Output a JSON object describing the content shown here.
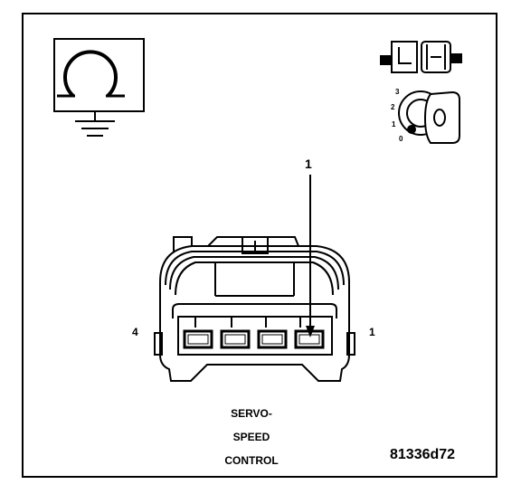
{
  "diagram": {
    "pin_callout": "1",
    "left_pin_label": "4",
    "right_pin_label": "1",
    "caption_lines": [
      "SERVO-",
      "SPEED",
      "CONTROL"
    ],
    "figure_id": "81336d72",
    "ignition_positions": [
      "3",
      "2",
      "1",
      "0"
    ],
    "icons": [
      "ohmmeter-ground-icon",
      "connector-disconnected-icon",
      "ignition-key-off-icon"
    ],
    "colors": {
      "line": "#000000",
      "background": "#ffffff"
    }
  }
}
